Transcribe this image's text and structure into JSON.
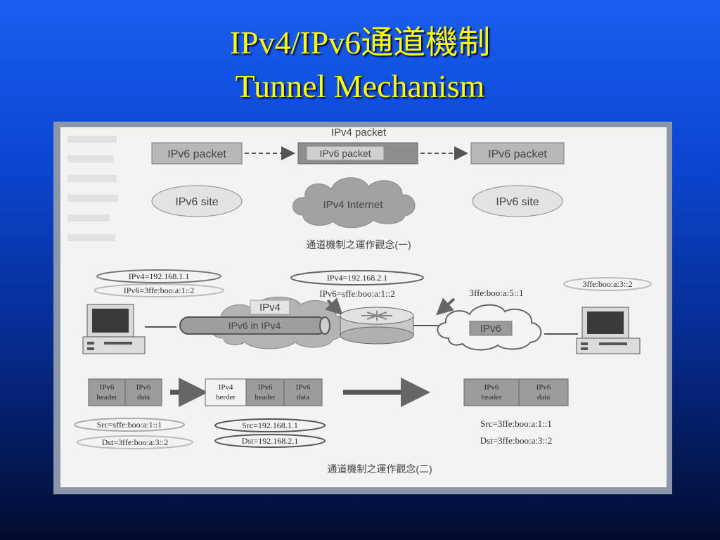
{
  "title": {
    "line1": "IPv4/IPv6通道機制",
    "line2": "Tunnel Mechanism"
  },
  "diagram1": {
    "ipv4_packet_label": "IPv4 packet",
    "left_packet": "IPv6 packet",
    "middle_packet": "IPv6 packet",
    "right_packet": "IPv6 packet",
    "left_site": "IPv6 site",
    "right_site": "IPv6 site",
    "internet": "IPv4 Internet",
    "caption": "通道機制之運作觀念(一)"
  },
  "diagram2": {
    "left_ipv4": "IPv4=192.168.1.1",
    "left_ipv6": "IPv6=3ffe:boo:a:1::2",
    "router_ipv4": "IPv4=192.168.2.1",
    "router_ipv6": "IPv6=sffe:boo:a:1::2",
    "router_v6_side": "3ffe:boo:a:5::1",
    "right_host": "3ffe:boo:a:3::2",
    "ipv4_cloud": "IPv4",
    "tunnel": "IPv6 in IPv4",
    "ipv6_cloud": "IPv6",
    "pkt1": {
      "header": [
        "IPv6",
        "header"
      ],
      "data": [
        "IPv6",
        "data"
      ]
    },
    "pkt2": {
      "v4header": [
        "IPv4",
        "herder"
      ],
      "header": [
        "IPv6",
        "header"
      ],
      "data": [
        "IPv6",
        "data"
      ]
    },
    "pkt3": {
      "header": [
        "IPv6",
        "header"
      ],
      "data": [
        "IPv6",
        "data"
      ]
    },
    "src_left": "Src=sffe:boo:a:1::1",
    "dst_left": "Dst=3ffe:boo:a:3::2",
    "src_mid": "Src=192.168.1.1",
    "dst_mid": "Dst=192.168.2.1",
    "src_right": "Src=3ffe:boo:a:1::1",
    "dst_right": "Dst=3ffe:boo:a:3::2",
    "caption": "通道機制之運作觀念(二)"
  },
  "colors": {
    "title": "#ffff00",
    "box_gray": "#b4b4b4",
    "box_dark": "#8e8e8e",
    "cloud": "#a2a2a2"
  }
}
